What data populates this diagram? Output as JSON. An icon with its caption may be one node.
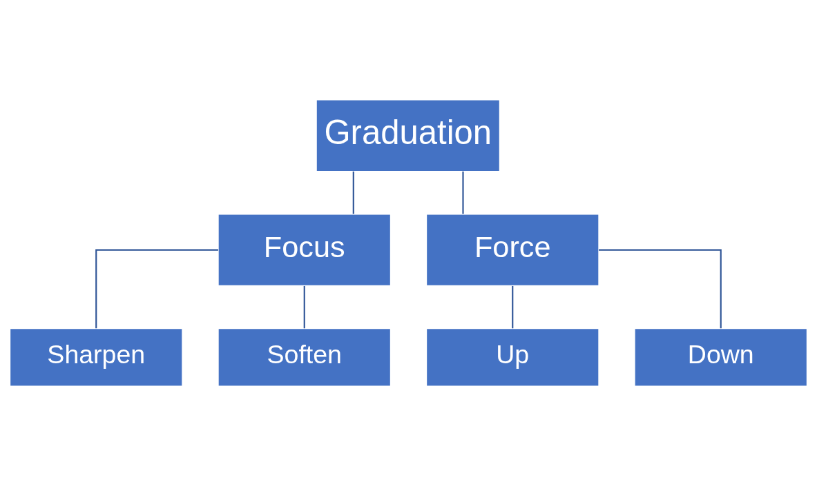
{
  "diagram": {
    "nodes": [
      {
        "text": [
          "Graduation"
        ]
      },
      {
        "text": [
          "Focus"
        ]
      },
      {
        "text": [
          "Force"
        ]
      },
      {
        "text": [
          "Sharpen"
        ]
      },
      {
        "text": [
          "Soften"
        ]
      },
      {
        "text": [
          "Up"
        ]
      },
      {
        "text": [
          "Down"
        ]
      }
    ],
    "edges": [
      {
        "from": 0,
        "to": 1,
        "arrow": "none"
      },
      {
        "from": 0,
        "to": 2,
        "arrow": "none"
      },
      {
        "from": 1,
        "to": 3,
        "arrow": "none"
      },
      {
        "from": 1,
        "to": 4,
        "arrow": "none"
      },
      {
        "from": 2,
        "to": 5,
        "arrow": "none"
      },
      {
        "from": 2,
        "to": 6,
        "arrow": "none"
      }
    ]
  }
}
